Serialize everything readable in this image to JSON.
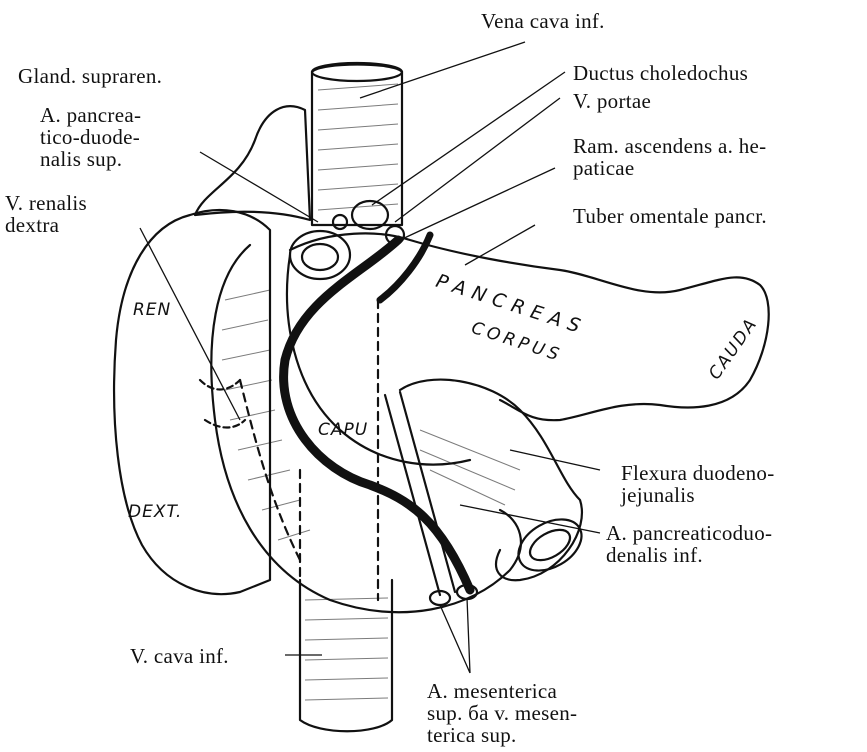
{
  "labels": {
    "vena_cava_inf_top": "Vena cava inf.",
    "gland_supraren": "Gland. supraren.",
    "ductus_choledochus": "Ductus choledochus",
    "v_portae": "V. portae",
    "a_pancreatico_duodenalis_sup": "A. pancrea-\ntico-duode-\nnalis sup.",
    "ram_ascendens": "Ram. ascendens a. he-\npaticae",
    "v_renalis_dextra": "V. renalis\ndextra",
    "tuber_omentale": "Tuber omentale pancr.",
    "flexura": "Flexura duodeno-\njejunalis",
    "a_pancreaticoduodenalis_inf": "A. pancreaticoduo-\ndenalis inf.",
    "v_cava_inf_bottom": "V. cava inf.",
    "a_mesenterica": "A. mesenterica\nsup. ба v. mesen-\nterica sup."
  },
  "organ_labels": {
    "ren": "REN",
    "dext": "DEXT.",
    "capu": "CAPU",
    "pancreas": "PANCREAS",
    "corpus": "CORPUS",
    "cauda": "CAUDA"
  },
  "colors": {
    "ink": "#111111",
    "paper": "#ffffff"
  }
}
